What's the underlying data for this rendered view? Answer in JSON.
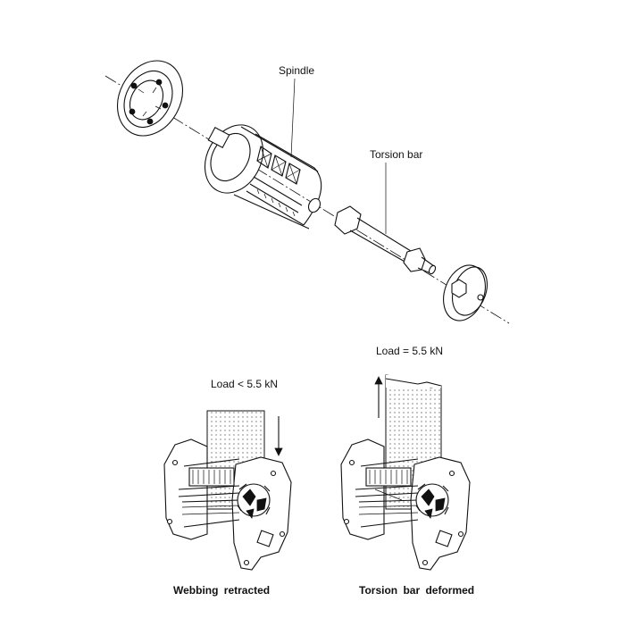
{
  "labels": {
    "spindle": "Spindle",
    "torsion_bar": "Torsion bar",
    "load_low": "Load < 5.5 kN",
    "load_high": "Load = 5.5 kN"
  },
  "captions": {
    "left": "Webbing retracted",
    "right": "Torsion bar deformed"
  }
}
